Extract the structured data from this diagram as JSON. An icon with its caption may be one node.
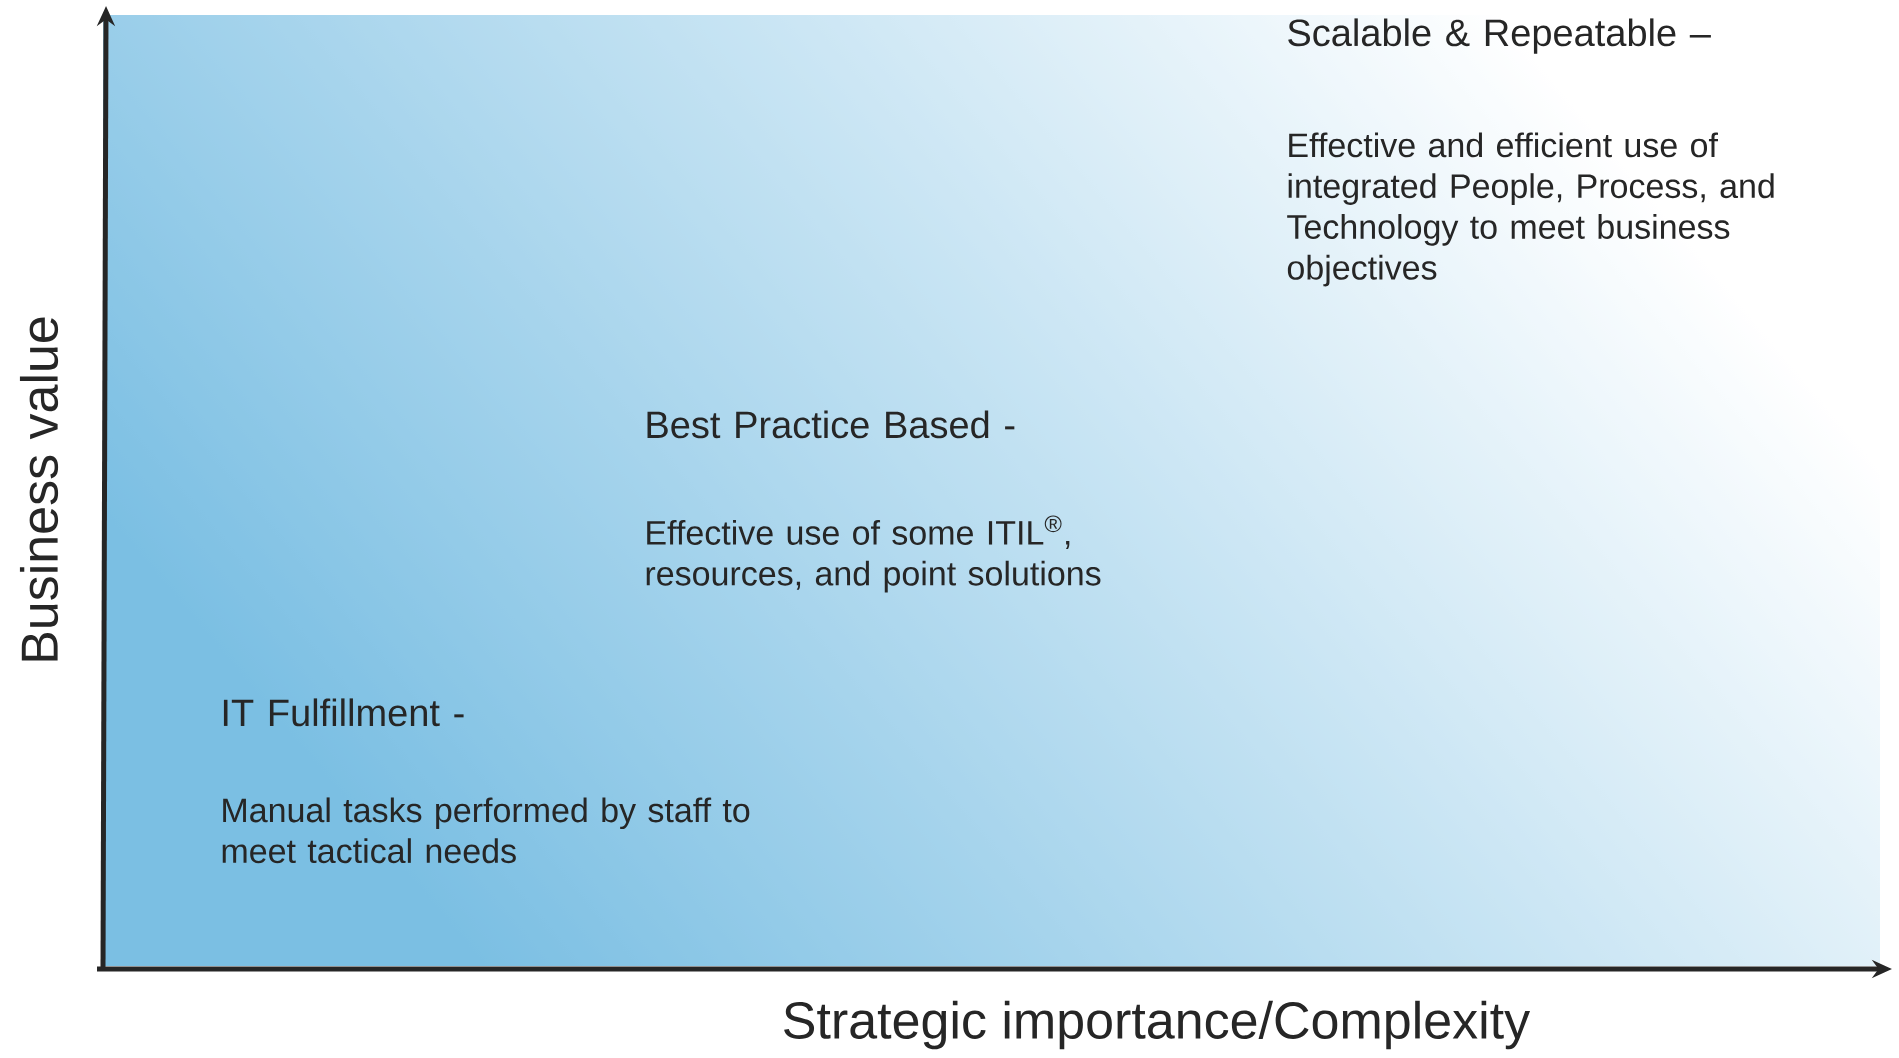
{
  "diagram": {
    "labels": [
      "Scalable & Repeatable –",
      "Effective and efficient use of integrated People, Process, and Technology to meet business objectives",
      "Best Practice Based -",
      "Effective use of some ITIL$^{®}$, resources, and point solutions",
      "IT Fulfillment -",
      "Manual tasks performed by staff to meet tactical needs",
      "Business value",
      "Strategic importance/Complexity"
    ]
  }
}
